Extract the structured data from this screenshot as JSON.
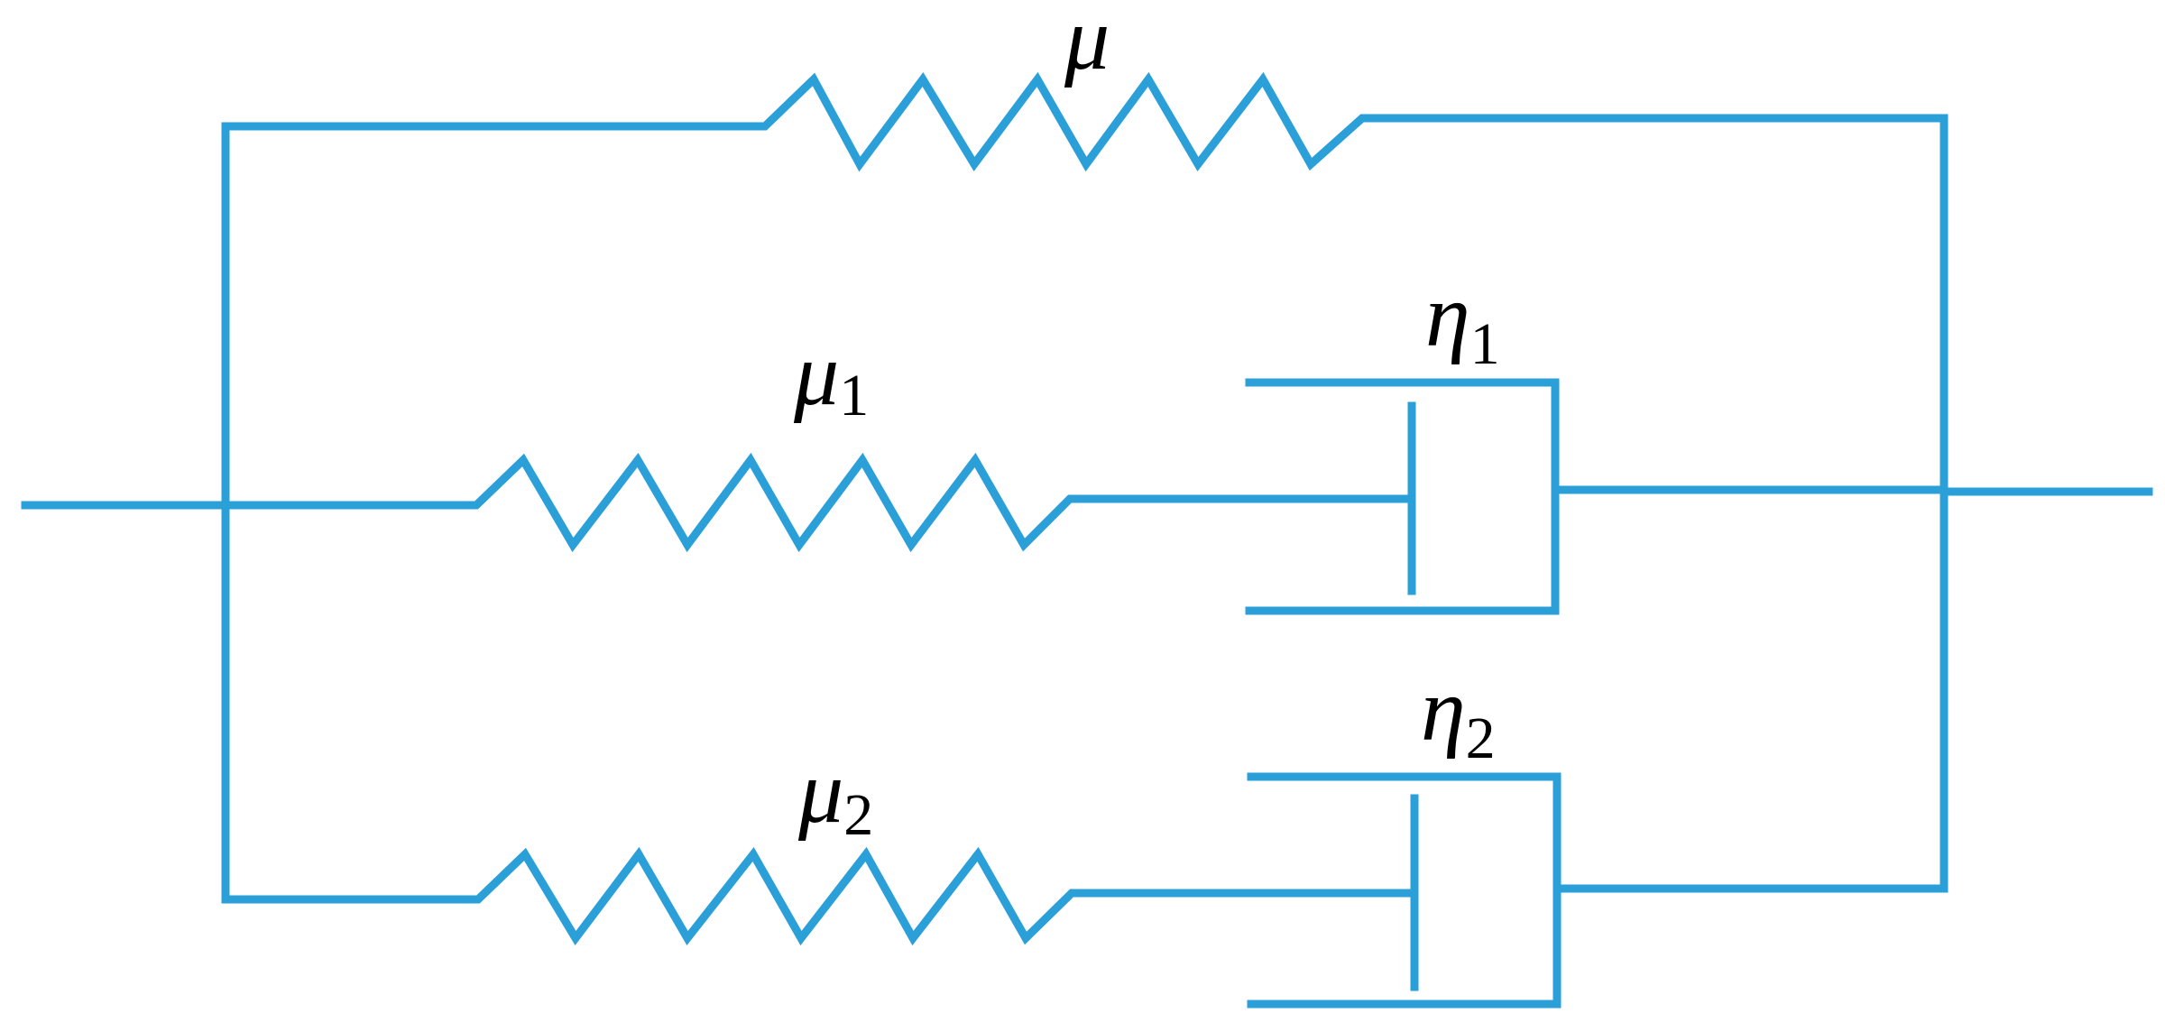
{
  "diagram": {
    "line_color": "#2A9FD8",
    "text_color": "#000000",
    "labels": {
      "mu": "μ",
      "mu1": "μ",
      "mu1_sub": "1",
      "mu2": "μ",
      "mu2_sub": "2",
      "eta1": "η",
      "eta1_sub": "1",
      "eta2": "η",
      "eta2_sub": "2"
    },
    "components": [
      {
        "kind": "spring",
        "symbol": "μ"
      },
      {
        "kind": "spring",
        "symbol": "μ1"
      },
      {
        "kind": "dashpot",
        "symbol": "η1"
      },
      {
        "kind": "spring",
        "symbol": "μ2"
      },
      {
        "kind": "dashpot",
        "symbol": "η2"
      }
    ]
  }
}
